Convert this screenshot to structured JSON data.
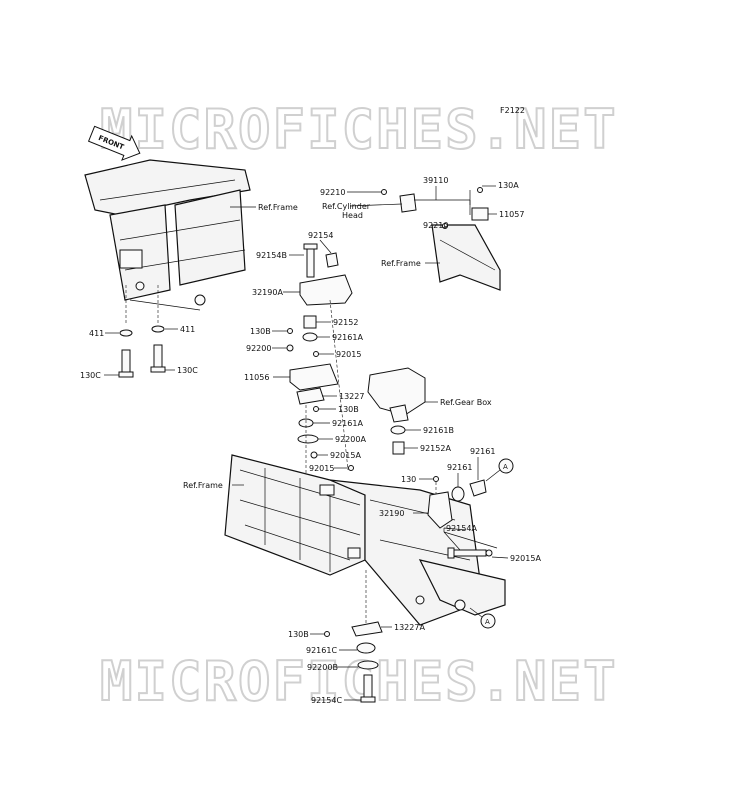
{
  "diagram": {
    "figure_code": "F2122",
    "watermark": "MICROFICHES.NET",
    "front_label": "FRONT",
    "callout_circle": "A",
    "labels": {
      "ref_frame_1": "Ref.Frame",
      "ref_frame_2": "Ref.Frame",
      "ref_frame_3": "Ref.Frame",
      "ref_cyl_1": "Ref.Cylinder",
      "ref_cyl_2": "Head",
      "ref_gearbox": "Ref.Gear Box",
      "p92210a": "92210",
      "p92210b": "92210",
      "p39110": "39110",
      "p130A": "130A",
      "p11057": "11057",
      "p92154": "92154",
      "p92154B": "92154B",
      "p32190A": "32190A",
      "p92152": "92152",
      "p130B_1": "130B",
      "p92161A_1": "92161A",
      "p92200": "92200",
      "p92015_1": "92015",
      "p11056": "11056",
      "p13227": "13227",
      "p130B_2": "130B",
      "p92161A_2": "92161A",
      "p92200A": "92200A",
      "p92015A_1": "92015A",
      "p92015_2": "92015",
      "p411_l": "411",
      "p411_r": "411",
      "p130C_l": "130C",
      "p130C_r": "130C",
      "p92161B": "92161B",
      "p92152A": "92152A",
      "p130": "130",
      "p92161_1": "92161",
      "p92161_2": "92161",
      "p32190": "32190",
      "p92154A": "92154A",
      "p92015A_2": "92015A",
      "p130B_3": "130B",
      "p13227A": "13227A",
      "p92161C": "92161C",
      "p92200B": "92200B",
      "p92154C": "92154C"
    }
  }
}
